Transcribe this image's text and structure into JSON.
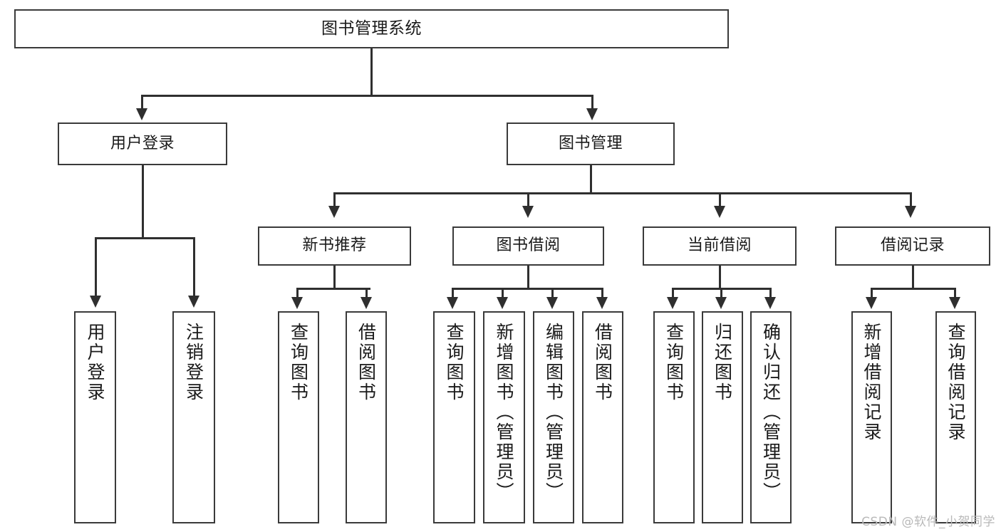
{
  "diagram": {
    "title": "图书管理系统",
    "type": "tree-hierarchy-chart",
    "root": {
      "label": "图书管理系统"
    },
    "level1": [
      {
        "label": "用户登录"
      },
      {
        "label": "图书管理"
      }
    ],
    "level2": [
      {
        "label": "新书推荐"
      },
      {
        "label": "图书借阅"
      },
      {
        "label": "当前借阅"
      },
      {
        "label": "借阅记录"
      }
    ],
    "leaves": {
      "user_login": [
        {
          "label": "用户登录"
        },
        {
          "label": "注销登录"
        }
      ],
      "new_book_rec": [
        {
          "label": "查询图书"
        },
        {
          "label": "借阅图书"
        }
      ],
      "book_borrow": [
        {
          "label": "查询图书"
        },
        {
          "label": "新增图书（管理员）"
        },
        {
          "label": "编辑图书（管理员）"
        },
        {
          "label": "借阅图书"
        }
      ],
      "current_borrow": [
        {
          "label": "查询图书"
        },
        {
          "label": "归还图书"
        },
        {
          "label": "确认归还（管理员）"
        }
      ],
      "borrow_record": [
        {
          "label": "新增借阅记录"
        },
        {
          "label": "查询借阅记录"
        }
      ]
    }
  },
  "watermark": {
    "text": "CSDN @软件_小贺同学"
  },
  "colors": {
    "box_border": "#3a3a3a",
    "line": "#2f2f2f",
    "background": "#ffffff",
    "text": "#1a1a1a",
    "watermark": "#b9b9b9"
  }
}
